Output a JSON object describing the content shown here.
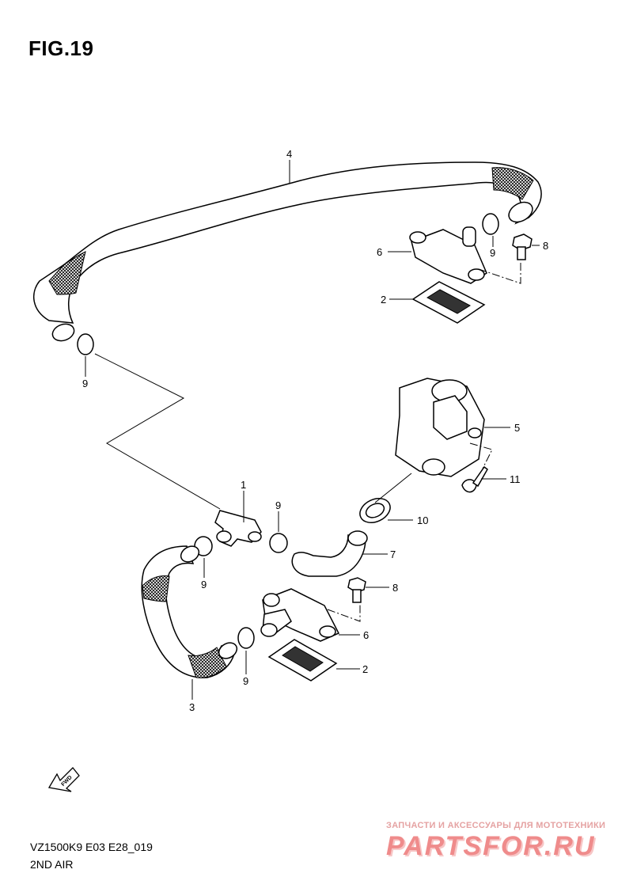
{
  "figure": {
    "title": "FIG.19",
    "code": "VZ1500K9 E03 E28_019",
    "subtitle": "2ND AIR"
  },
  "direction_arrow": {
    "label": "FWD"
  },
  "callouts": [
    {
      "id": "c4-top",
      "label": "4"
    },
    {
      "id": "c6-top",
      "label": "6"
    },
    {
      "id": "c9-top-right",
      "label": "9"
    },
    {
      "id": "c8-top",
      "label": "8"
    },
    {
      "id": "c2-top",
      "label": "2"
    },
    {
      "id": "c9-left",
      "label": "9"
    },
    {
      "id": "c5",
      "label": "5"
    },
    {
      "id": "c11",
      "label": "11"
    },
    {
      "id": "c1",
      "label": "1"
    },
    {
      "id": "c9-mid",
      "label": "9"
    },
    {
      "id": "c10",
      "label": "10"
    },
    {
      "id": "c7",
      "label": "7"
    },
    {
      "id": "c9-lower-left",
      "label": "9"
    },
    {
      "id": "c8-bottom",
      "label": "8"
    },
    {
      "id": "c6-bottom",
      "label": "6"
    },
    {
      "id": "c9-bottom",
      "label": "9"
    },
    {
      "id": "c2-bottom",
      "label": "2"
    },
    {
      "id": "c3",
      "label": "3"
    }
  ],
  "watermark": {
    "tagline": "ЗАПЧАСТИ И АКСЕССУАРЫ ДЛЯ МОТОТЕХНИКИ",
    "logo": "PARTSFOR.RU"
  }
}
